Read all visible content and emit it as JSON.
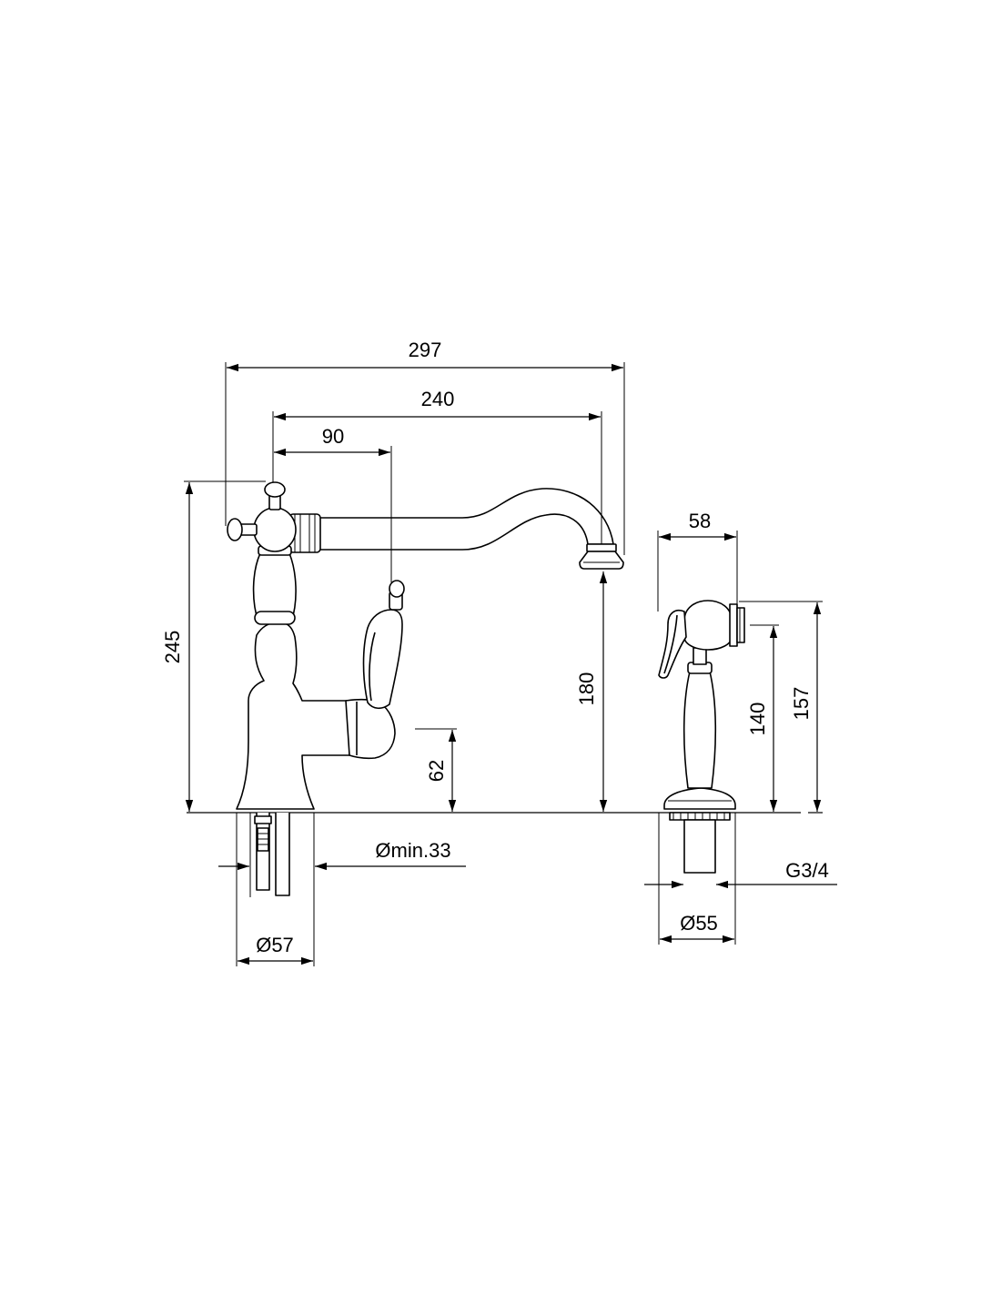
{
  "dimensions": {
    "overall_width": "297",
    "spout_reach": "240",
    "lever_offset": "90",
    "overall_height": "245",
    "spout_height": "180",
    "lever_height": "62",
    "min_hole": "Ømin.33",
    "base_diameter": "Ø57",
    "spray_width": "58",
    "spray_height_outlet": "140",
    "spray_height_total": "157",
    "spray_thread": "G3/4",
    "spray_base_diameter": "Ø55"
  },
  "colors": {
    "line": "#000000",
    "background": "#ffffff"
  }
}
